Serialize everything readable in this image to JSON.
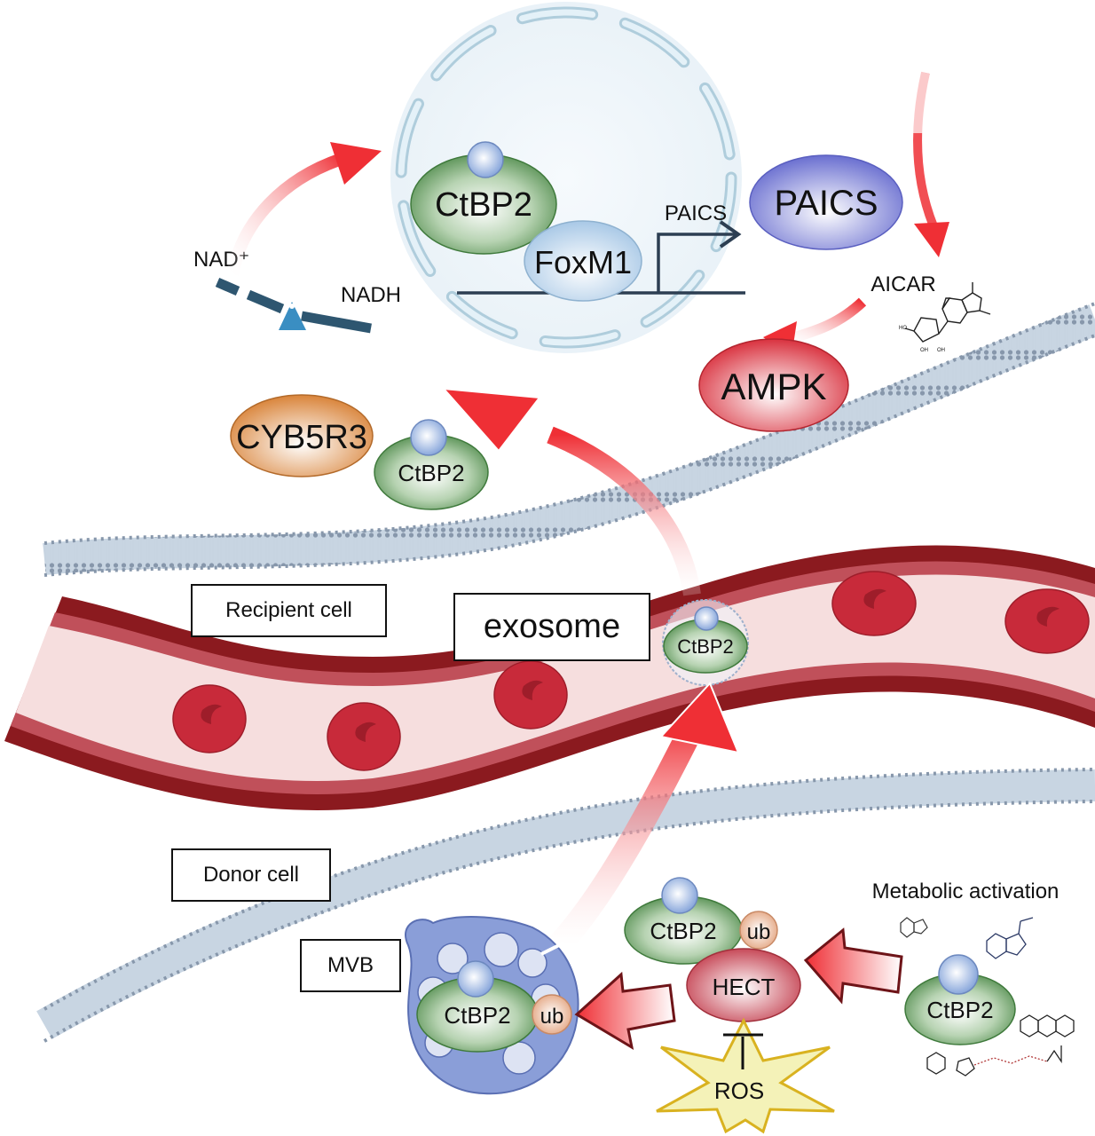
{
  "title": "CtBP2 exosome transfer and metabolic signaling diagram",
  "colors": {
    "arrow_red": "#e8262a",
    "vessel_dark": "#8b1a1f",
    "vessel_light": "#f6dede",
    "rbc": "#c82a3a",
    "membrane": "#8fa3b8",
    "nucleus_fill": "#eef5fa",
    "nucleus_envelope": "#bcd7e4",
    "ctbp2_green": "#4e8a4a",
    "foxm1_blue": "#b9d4ea",
    "paics_purple": "#7b7fd6",
    "ampk_red": "#d9323f",
    "cyb5r3_orange": "#d98a3e",
    "hect_red": "#c94a58",
    "ub_peach": "#e9b08c",
    "mvb_blue": "#8a9ed8",
    "ros_yellow": "#f4f2b8",
    "ligand_blue": "#a9c4ee"
  },
  "nucleus": {
    "ctbp2": "CtBP2",
    "foxm1": "FoxM1",
    "gene_label": "PAICS"
  },
  "redox": {
    "nad_plus": "NAD⁺",
    "nadh": "NADH"
  },
  "pathway": {
    "paics": "PAICS",
    "aicar": "AICAR",
    "ampk": "AMPK"
  },
  "complex": {
    "cyb5r3": "CYB5R3",
    "ctbp2": "CtBP2"
  },
  "labels": {
    "recipient_cell": "Recipient cell",
    "exosome": "exosome",
    "donor_cell": "Donor cell",
    "mvb": "MVB"
  },
  "exosome": {
    "ctbp2": "CtBP2"
  },
  "donor": {
    "mvb_ctbp2": "CtBP2",
    "mvb_ub": "ub",
    "hect_ctbp2": "CtBP2",
    "hect_ub": "ub",
    "hect": "HECT",
    "ros": "ROS",
    "metabolic_activation": "Metabolic activation",
    "free_ctbp2": "CtBP2"
  }
}
